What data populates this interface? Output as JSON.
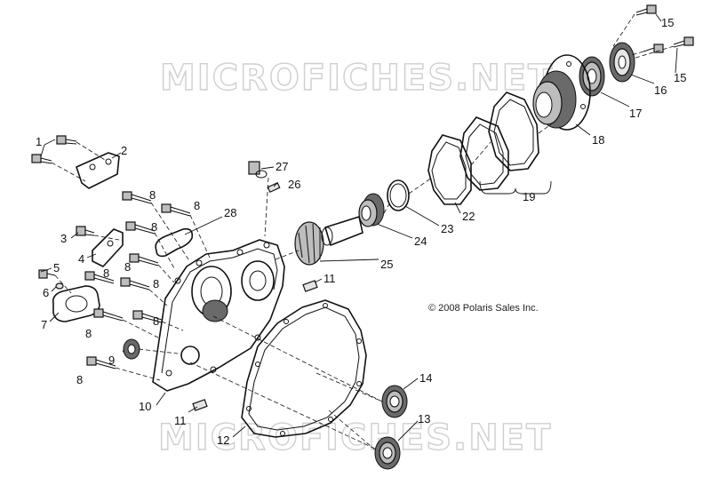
{
  "watermark": {
    "top": "MICROFICHES.NET",
    "bottom": "MICROFICHES.NET"
  },
  "copyright": "© 2008 Polaris Sales Inc.",
  "callouts": {
    "c1": "1",
    "c2": "2",
    "c3": "3",
    "c4": "4",
    "c5": "5",
    "c6": "6",
    "c7": "7",
    "c8a": "8",
    "c8b": "8",
    "c8c": "8",
    "c8d": "8",
    "c8e": "8",
    "c8f": "8",
    "c8g": "8",
    "c8h": "8",
    "c8i": "8",
    "c9": "9",
    "c10": "10",
    "c11a": "11",
    "c11b": "11",
    "c12": "12",
    "c13": "13",
    "c14": "14",
    "c15a": "15",
    "c15b": "15",
    "c16": "16",
    "c17": "17",
    "c18": "18",
    "c19": "19",
    "c22": "22",
    "c23": "23",
    "c24": "24",
    "c25": "25",
    "c26": "26",
    "c27": "27",
    "c28": "28"
  }
}
